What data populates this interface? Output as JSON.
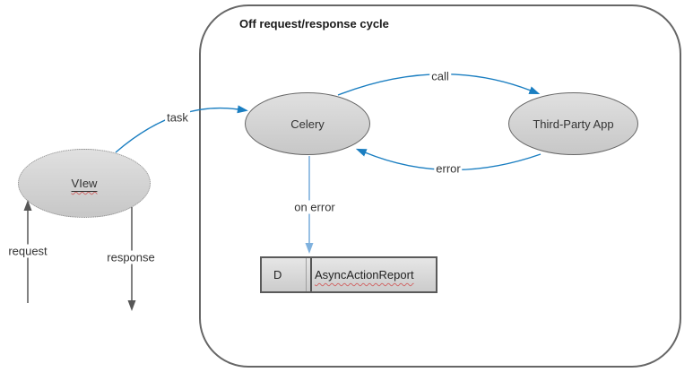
{
  "diagram": {
    "frame": {
      "title": "Off request/response cycle"
    },
    "nodes": {
      "view": {
        "label": "VIew"
      },
      "celery": {
        "label": "Celery"
      },
      "third_party_app": {
        "label": "Third-Party App"
      }
    },
    "report_table": {
      "key_cell": "D",
      "name_cell": "AsyncActionReport"
    },
    "edge_labels": {
      "request": "request",
      "response": "response",
      "task": "task",
      "call": "call",
      "error": "error",
      "on_error": "on error"
    },
    "colors": {
      "flow_blue": "#1A7EC1",
      "on_error_blue": "#7FB1DE",
      "sync_gray": "#575757",
      "shape_border": "#666666",
      "spellcheck_red": "#D06A6A",
      "node_fill_top": "#E0E0E0",
      "node_fill_bottom": "#C7C7C7"
    }
  }
}
